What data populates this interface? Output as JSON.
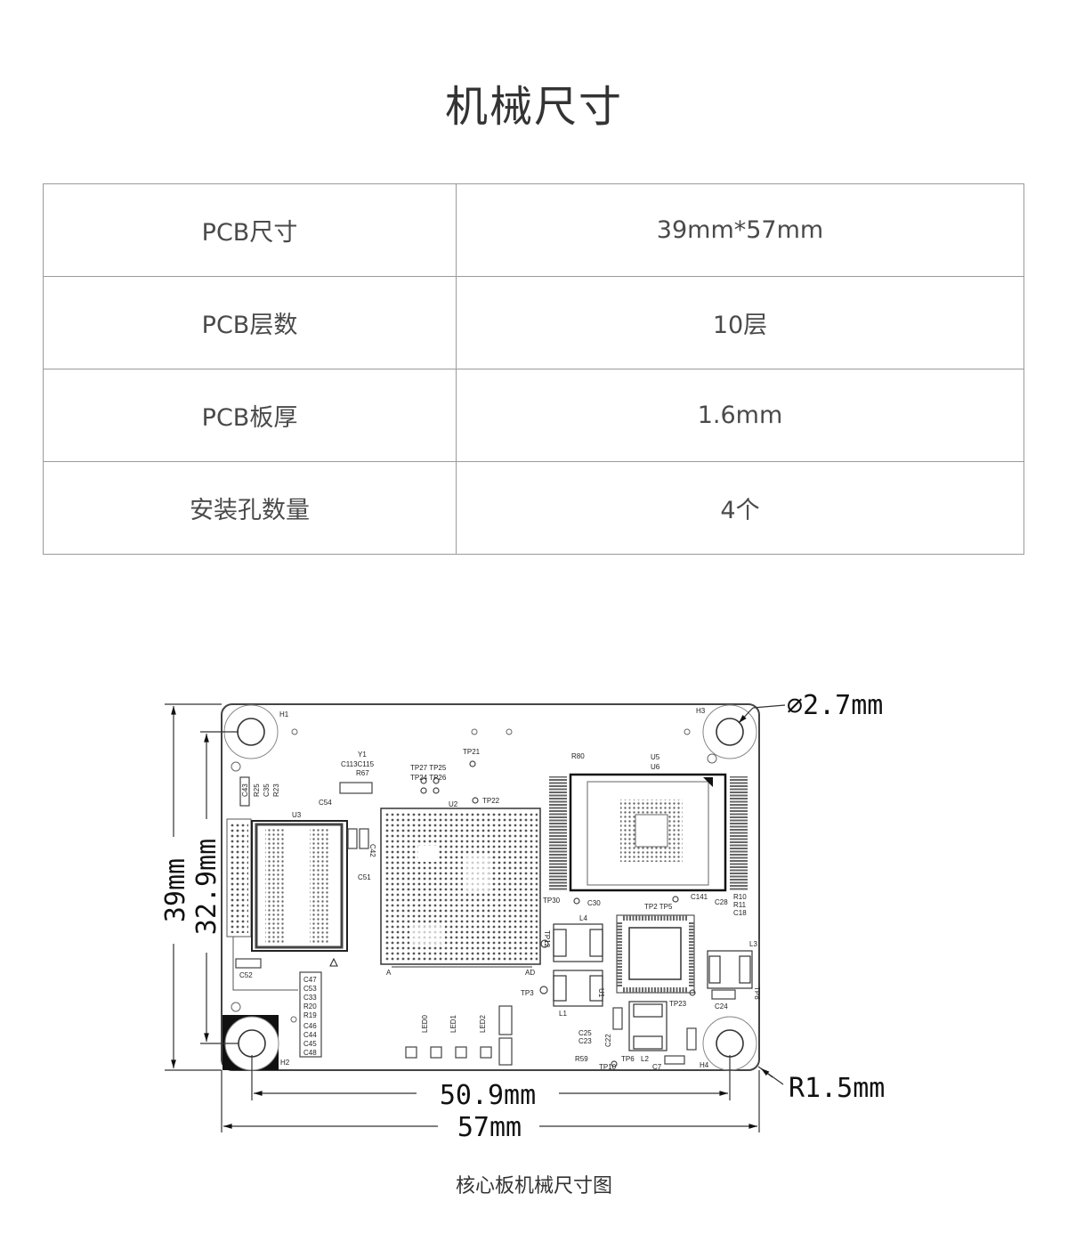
{
  "page": {
    "title": "机械尺寸",
    "caption": "核心板机械尺寸图"
  },
  "spec_table": {
    "rows": [
      {
        "label": "PCB尺寸",
        "value": "39mm*57mm"
      },
      {
        "label": "PCB层数",
        "value": "10层"
      },
      {
        "label": "PCB板厚",
        "value": "1.6mm"
      },
      {
        "label": "安装孔数量",
        "value": "4个"
      }
    ]
  },
  "drawing": {
    "dimensions": {
      "height": "39mm",
      "hole_spacing_vertical": "32.9mm",
      "hole_spacing_horizontal": "50.9mm",
      "width": "57mm",
      "hole_diameter": "∅2.7mm",
      "corner_radius": "R1.5mm"
    },
    "silkscreen": {
      "h1": "H1",
      "h2": "H2",
      "h3": "H3",
      "h4": "H4",
      "u2": "U2",
      "u3": "U3",
      "u5": "U5",
      "u6": "U6",
      "u1": "U1",
      "y1": "Y1",
      "c113": "C113C115",
      "r67": "R67",
      "tp21": "TP21",
      "tp27": "TP27 TP25",
      "tp24": "TP24 TP26",
      "tp22": "TP22",
      "r80": "R80",
      "c54": "C54",
      "c42": "C42",
      "c51": "C51",
      "c52": "C52",
      "tp30": "TP30",
      "c30": "C30",
      "tp2": "TP2 TP5",
      "c141": "C141",
      "r10": "R10",
      "r11": "R11",
      "c18": "C18",
      "c28": "C28",
      "l1": "L1",
      "l2": "L2",
      "l3": "L3",
      "l4": "L4",
      "tp12": "TP12",
      "tp3": "TP3",
      "tp23": "TP23",
      "tp6": "TP6",
      "tp10": "TP10",
      "tp8": "TP8",
      "c24": "C24",
      "c7": "C7",
      "c25": "C25",
      "c23": "C23",
      "c22": "C22",
      "led0": "LED0",
      "led1": "LED1",
      "led2": "LED2",
      "r59": "R59",
      "a": "A",
      "ad": "AD",
      "cap_stack": [
        "C47",
        "C53",
        "C33",
        "R20",
        "R19",
        "C46",
        "C44",
        "C45",
        "C48"
      ],
      "c43": "C43",
      "r25": "R25",
      "c35": "C35",
      "r23": "R23"
    }
  }
}
